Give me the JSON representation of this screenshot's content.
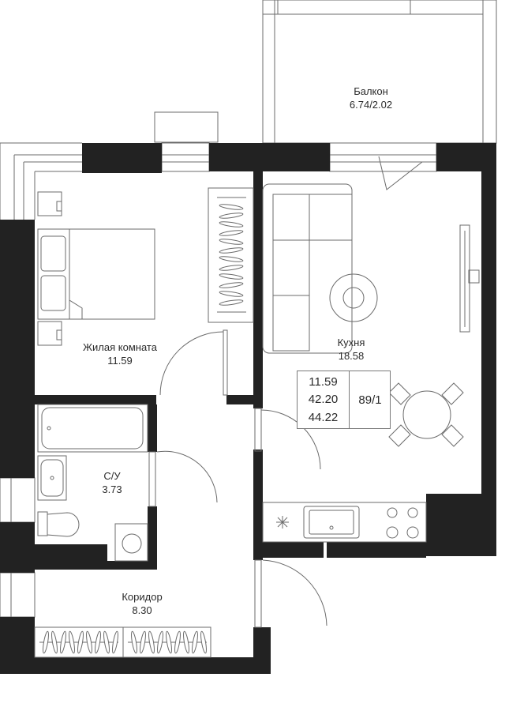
{
  "rooms": {
    "balcony": {
      "name": "Балкон",
      "area": "6.74/2.02"
    },
    "living": {
      "name": "Жилая комната",
      "area": "11.59"
    },
    "kitchen": {
      "name": "Кухня",
      "area": "18.58"
    },
    "bathroom": {
      "name": "С/У",
      "area": "3.73"
    },
    "corridor": {
      "name": "Коридор",
      "area": "8.30"
    }
  },
  "summary": {
    "living_area": "11.59",
    "total_area": "42.20",
    "total_with_balcony": "44.22",
    "apartment_number": "89/1"
  },
  "colors": {
    "wall": "#222222",
    "line": "#6b6b6b",
    "background": "#ffffff"
  }
}
